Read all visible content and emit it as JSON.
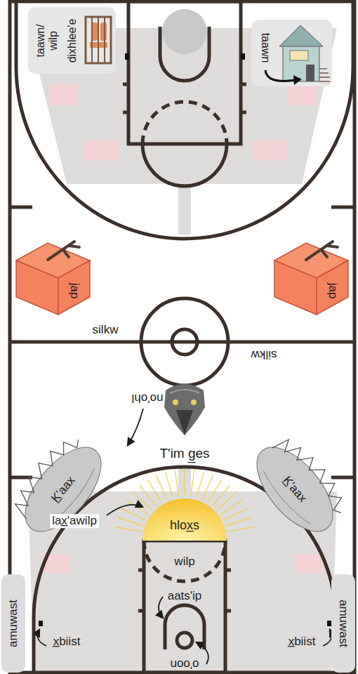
{
  "diagram": {
    "nodes": [
      {
        "text": [
          "taawn/ wilp",
          "dixhlee'e"
        ]
      },
      {
        "text": [
          "taawn"
        ]
      },
      {
        "text": [
          "jap"
        ]
      },
      {
        "text": [
          "jap"
        ]
      },
      {
        "text": [
          "K̲'aax"
        ]
      },
      {
        "text": [
          "K̲'aax"
        ]
      },
      {
        "text": [
          "hlox̲s"
        ]
      },
      {
        "text": [
          "amuwast"
        ]
      },
      {
        "text": [
          "amuwast"
        ]
      }
    ],
    "labels": [
      "silkw",
      "silkw",
      "no'ohl",
      "T'im g̲es",
      "lax̲'awilp",
      "wilp",
      "x̲biist",
      "x̲biist",
      "aats'ip",
      "o'oon"
    ]
  }
}
